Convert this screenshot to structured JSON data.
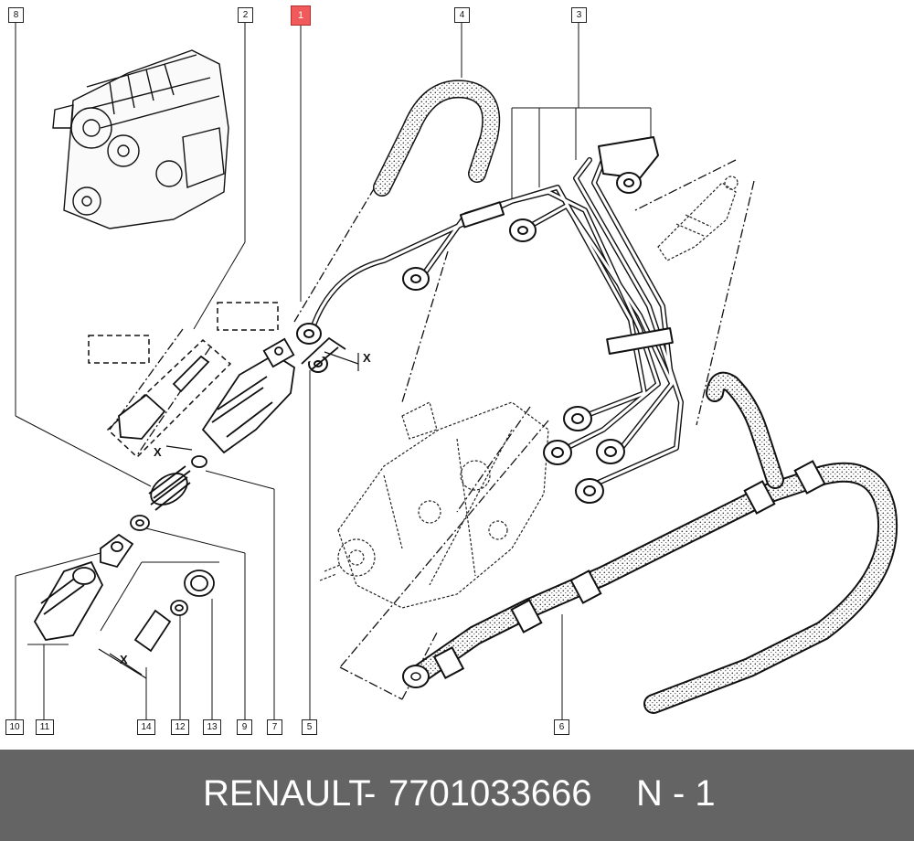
{
  "callouts": [
    "8",
    "2",
    "1",
    "4",
    "3",
    "10",
    "11",
    "14",
    "12",
    "13",
    "9",
    "7",
    "5",
    "6"
  ],
  "highlight_color": "#f05a5a",
  "x_mark": "X",
  "footer": {
    "brand": "RENAULT",
    "separator": "-",
    "part_number": "7701033666",
    "position": "N - 1",
    "background": "#646464"
  }
}
